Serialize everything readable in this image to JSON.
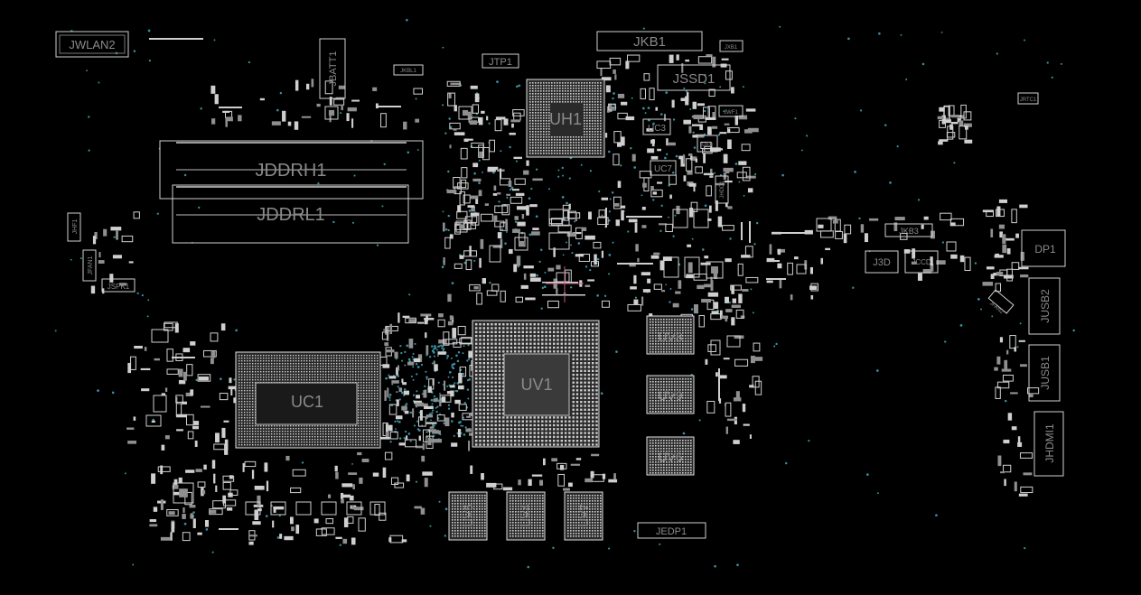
{
  "colors": {
    "background": "#000000",
    "silkscreen": "#d0d0d0",
    "label": "#8a8a8a",
    "via": "#3a8fa0",
    "crosshair": "#c05a78"
  },
  "components": {
    "jwlan2": "JWLAN2",
    "jbatt1": "JBATT1",
    "jddrh1": "JDDRH1",
    "jddrl1": "JDDRL1",
    "jtp1": "JTP1",
    "uh1": "UH1",
    "jkb1": "JKB1",
    "jxb1": "JXB1",
    "jssd1": "JSSD1",
    "jwf1": "JWF1",
    "uc3": "UC3",
    "uc7": "UC7",
    "ue0": "UE0",
    "jhdd1": "JHDD1",
    "jrtc1": "JRTC1",
    "jhf1": "JHF1",
    "jfan1": "JFAN1",
    "jspk1": "JSPK1",
    "jkb3": "JKB3",
    "j3d": "J3D",
    "jccd": "JCCD",
    "dp1": "DP1",
    "jusb2": "JUSB2",
    "jfan2": "JFAN2",
    "jusb1": "JUSB1",
    "jhdmi1": "JHDMI1",
    "uc1": "UC1",
    "uv1": "UV1",
    "uv8": "UV8",
    "uv9": "UV9",
    "uv6": "UV6",
    "uv5": "UV5",
    "uv4": "UV4",
    "uv7": "UV7",
    "jedp1": "JEDP1",
    "jbl1": "JKBL1"
  }
}
